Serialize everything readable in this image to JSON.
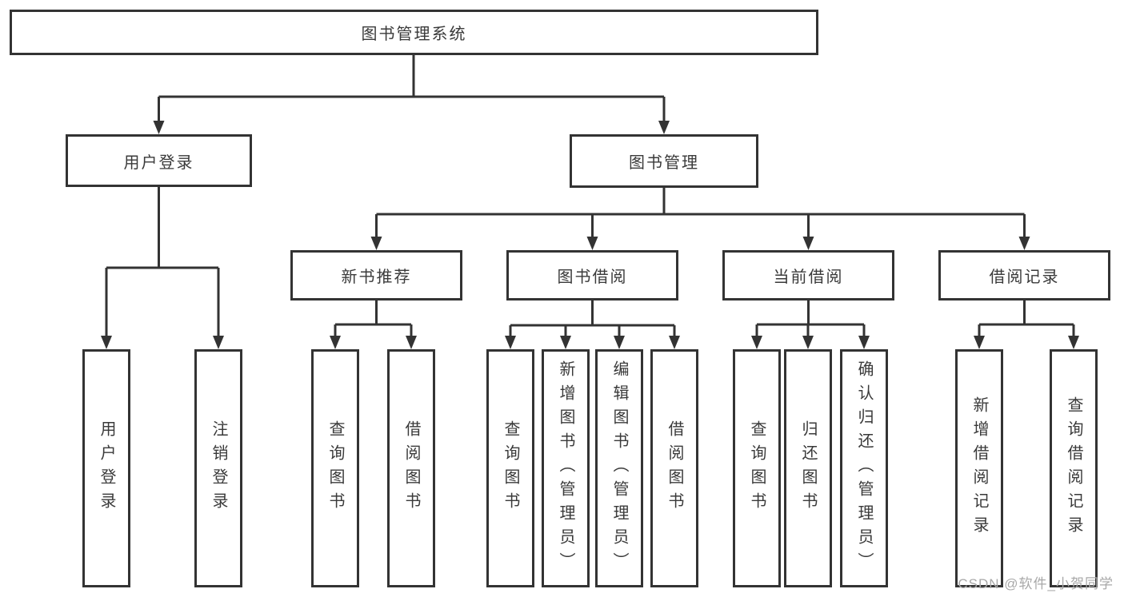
{
  "colors": {
    "line": "#333333",
    "box_border": "#333333",
    "text": "#3a3a3a",
    "background": "#ffffff",
    "watermark_text": "#a8a8a8"
  },
  "diagram": {
    "root": {
      "label": "图书管理系统"
    },
    "level2": [
      {
        "label": "用户登录"
      },
      {
        "label": "图书管理"
      }
    ],
    "level3": [
      {
        "label": "新书推荐",
        "parent": "图书管理"
      },
      {
        "label": "图书借阅",
        "parent": "图书管理"
      },
      {
        "label": "当前借阅",
        "parent": "图书管理"
      },
      {
        "label": "借阅记录",
        "parent": "图书管理"
      }
    ],
    "leaves": [
      {
        "group": "用户登录",
        "label": "用户登录"
      },
      {
        "group": "用户登录",
        "label": "注销登录"
      },
      {
        "group": "新书推荐",
        "label": "查询图书"
      },
      {
        "group": "新书推荐",
        "label": "借阅图书"
      },
      {
        "group": "图书借阅",
        "label": "查询图书"
      },
      {
        "group": "图书借阅",
        "label": "新增图书（管理员）"
      },
      {
        "group": "图书借阅",
        "label": "编辑图书（管理员）"
      },
      {
        "group": "图书借阅",
        "label": "借阅图书"
      },
      {
        "group": "当前借阅",
        "label": "查询图书"
      },
      {
        "group": "当前借阅",
        "label": "归还图书"
      },
      {
        "group": "当前借阅",
        "label": "确认归还（管理员）"
      },
      {
        "group": "借阅记录",
        "label": "新增借阅记录"
      },
      {
        "group": "借阅记录",
        "label": "查询借阅记录"
      }
    ]
  },
  "watermark": {
    "text": "CSDN @软件_小贺同学"
  }
}
